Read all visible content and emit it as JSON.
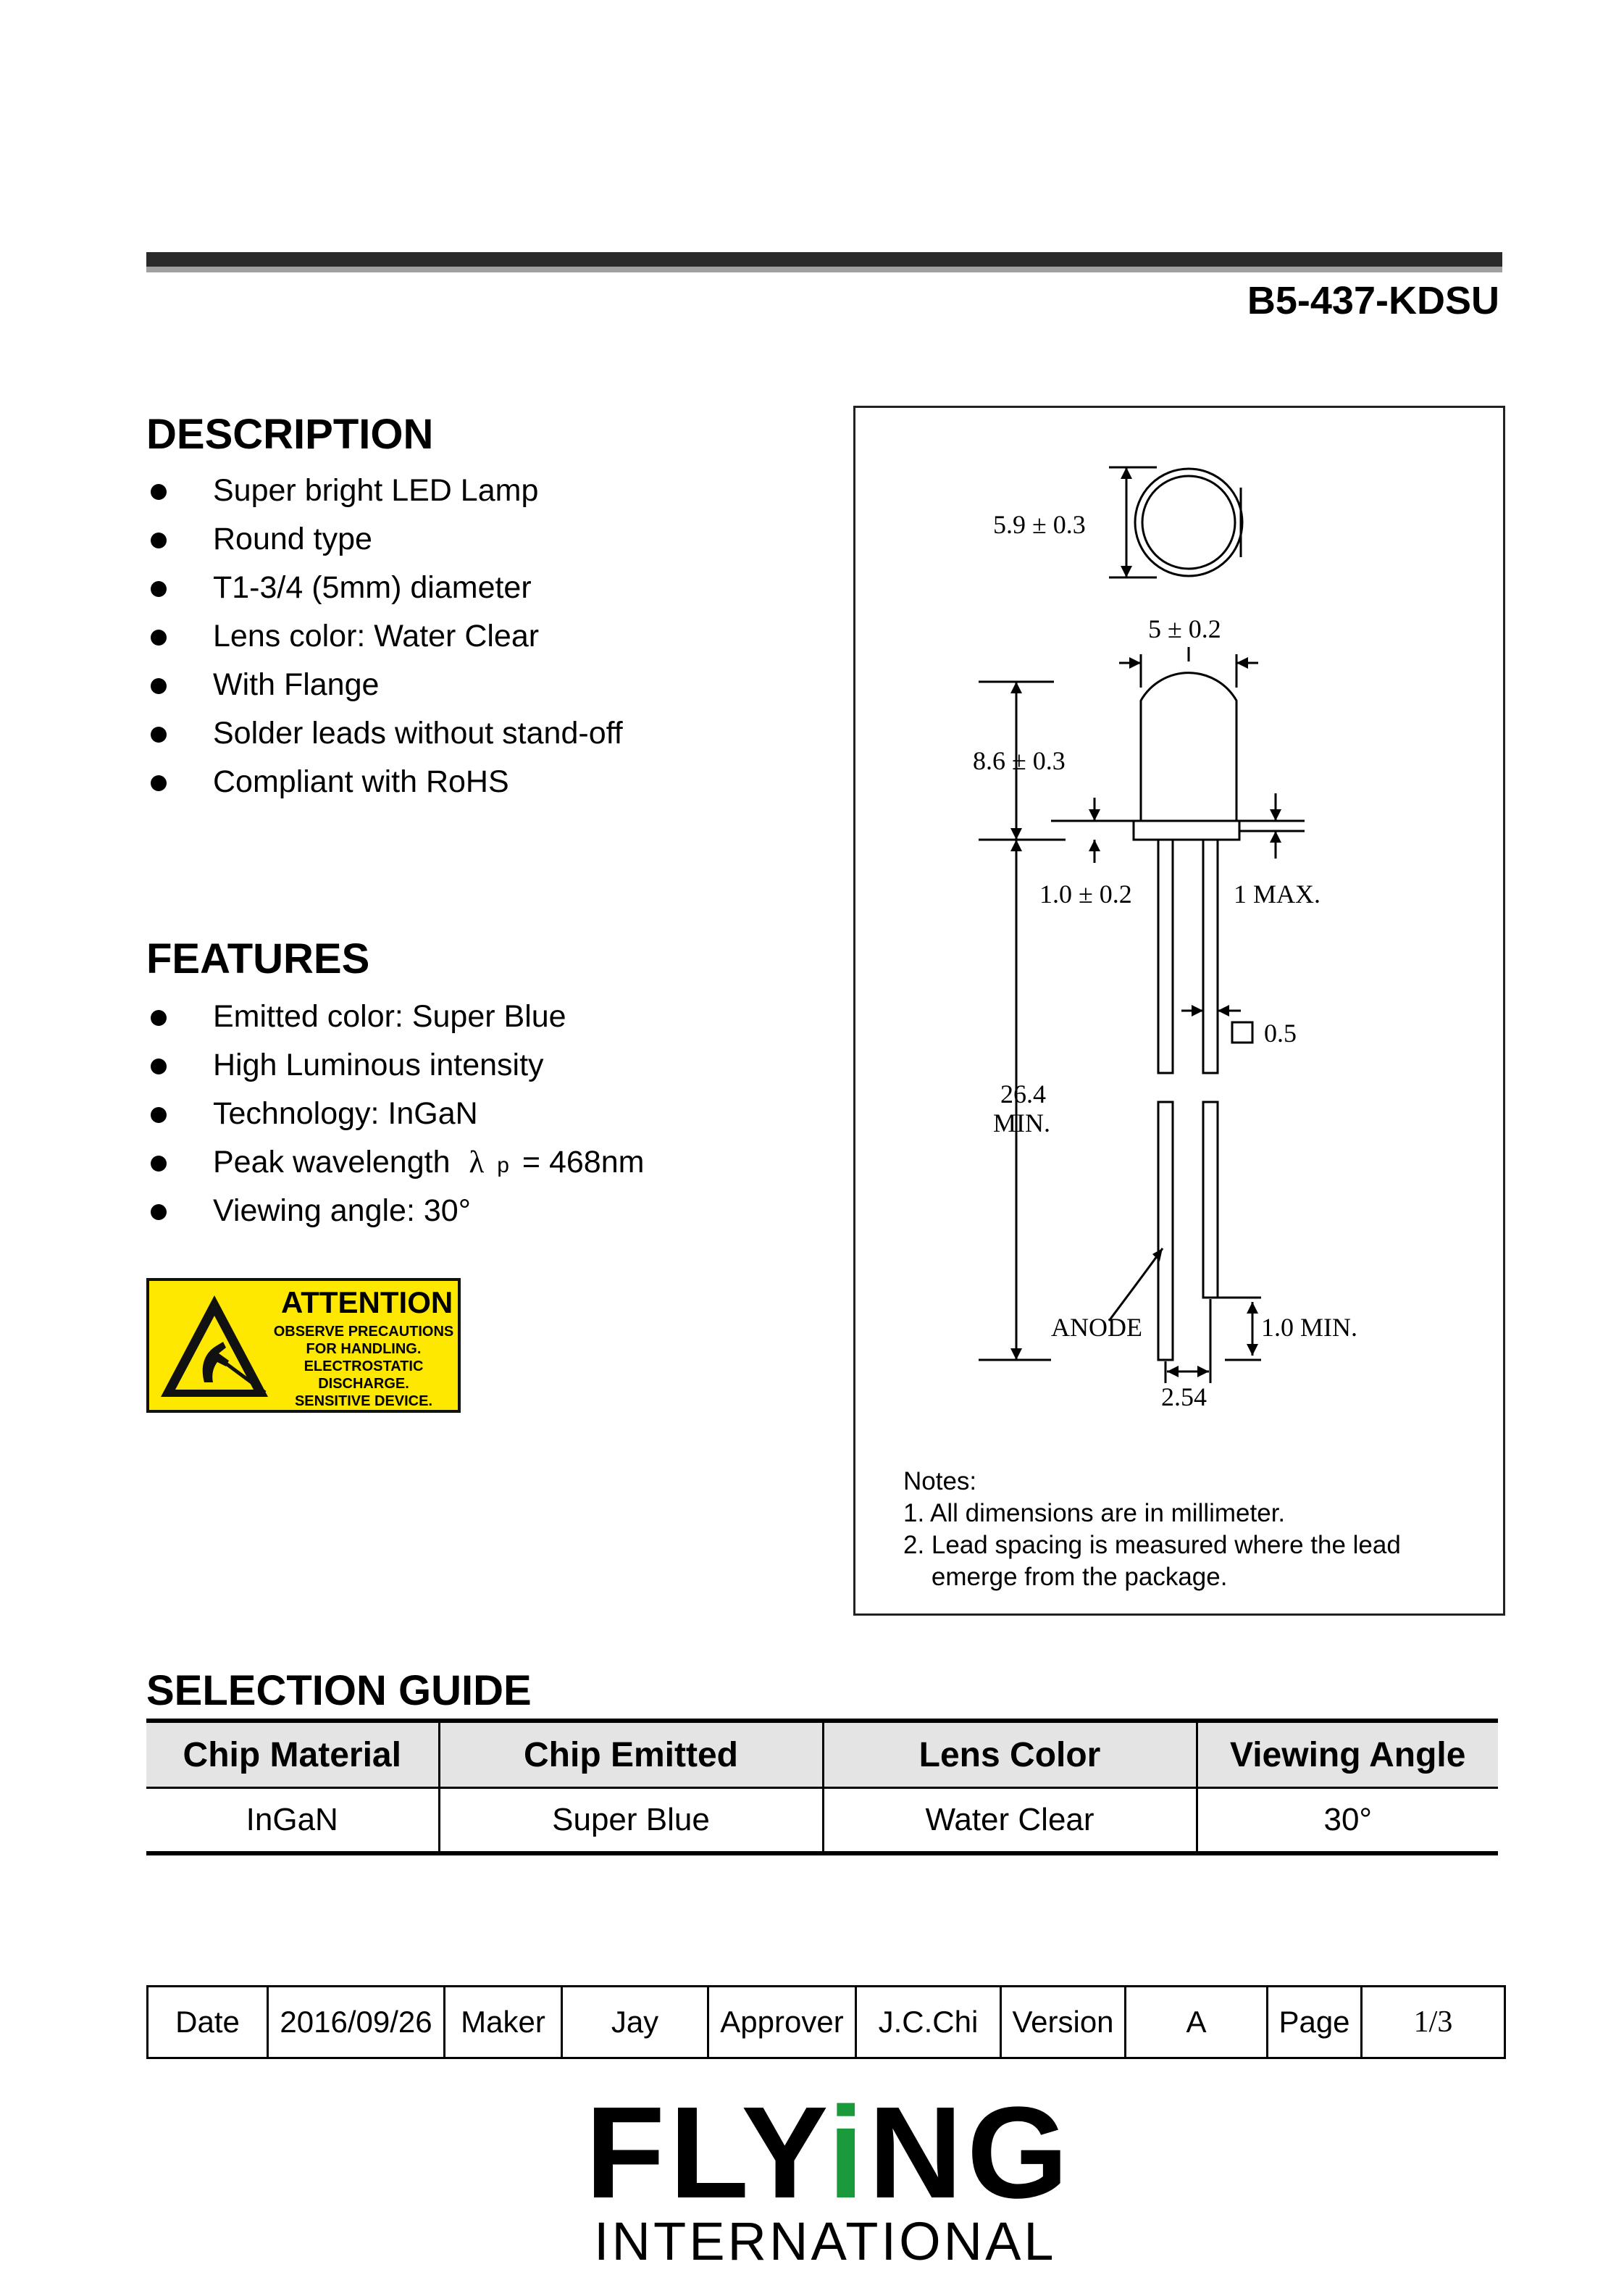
{
  "header": {
    "part_number": "B5-437-KDSU"
  },
  "description": {
    "title": "DESCRIPTION",
    "items": [
      "Super bright LED Lamp",
      "Round type",
      "T1-3/4 (5mm) diameter",
      "Lens color: Water Clear",
      "With Flange",
      "Solder leads without stand-off",
      "Compliant with RoHS"
    ]
  },
  "features": {
    "title": "FEATURES",
    "items": [
      "Emitted color: Super Blue",
      "High Luminous intensity",
      "Technology: InGaN",
      "Viewing angle: 30°"
    ],
    "wavelength": {
      "label": "Peak wavelength",
      "symbol": "λ",
      "subscript": "p",
      "value": "= 468nm"
    }
  },
  "esd_label": {
    "title": "ATTENTION",
    "body": "OBSERVE PRECAUTIONS\nFOR HANDLING.\nELECTROSTATIC\nDISCHARGE.\nSENSITIVE DEVICE.",
    "icon": "esd-warning-icon"
  },
  "drawing": {
    "dims": {
      "flange_diameter": "5.9 ± 0.3",
      "body_diameter": "5 ± 0.2",
      "body_height": "8.6 ± 0.3",
      "flange_height": "1.0 ± 0.2",
      "meniscus": "1 MAX.",
      "lead_size": "0.5",
      "lead_length_value": "26.4",
      "lead_length_min": "MIN.",
      "anode": "ANODE",
      "lead_diff": "1.0 MIN.",
      "lead_spacing": "2.54"
    },
    "notes": "Notes:\n1. All dimensions are in millimeter.\n2. Lead spacing is measured where the lead\n    emerge from the package."
  },
  "selection_guide": {
    "title": "SELECTION GUIDE",
    "columns": [
      "Chip Material",
      "Chip Emitted",
      "Lens Color",
      "Viewing Angle"
    ],
    "rows": [
      [
        "InGaN",
        "Super Blue",
        "Water Clear",
        "30°"
      ]
    ]
  },
  "footer": {
    "date_label": "Date",
    "date": "2016/09/26",
    "maker_label": "Maker",
    "maker": "Jay",
    "approver_label": "Approver",
    "approver": "J.C.Chi",
    "version_label": "Version",
    "version": "A",
    "page_label": "Page",
    "page": "1/3"
  },
  "logo": {
    "main_a": "FLY",
    "main_i": "i",
    "main_b": "NG",
    "sub": "INTERNATIONAL",
    "accent_color": "#1a9a3a"
  }
}
